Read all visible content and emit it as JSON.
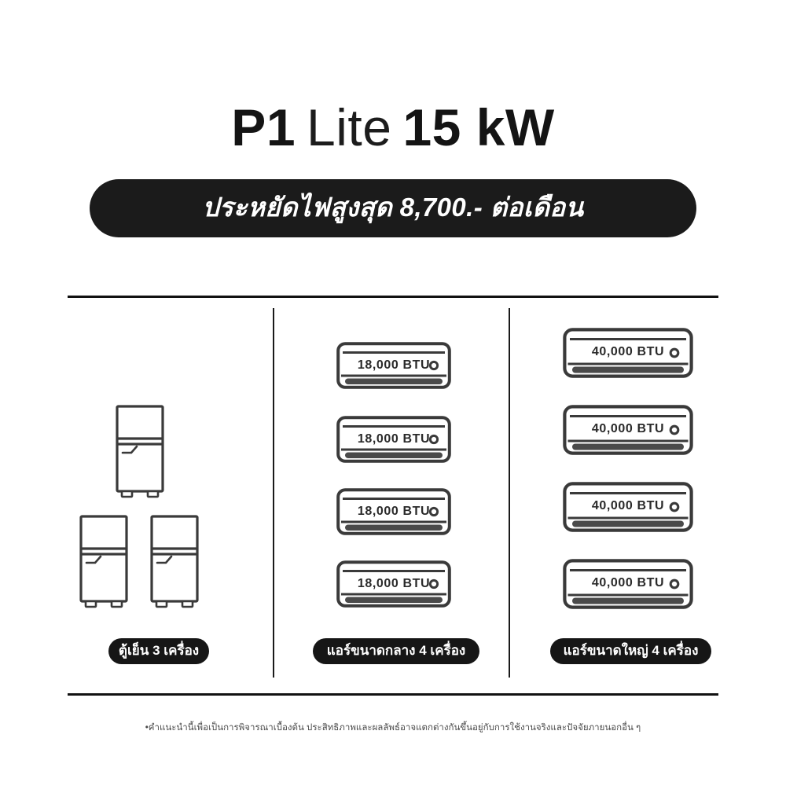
{
  "product": {
    "name_strong_1": "P1",
    "name_light": "Lite",
    "name_strong_2": "15 kW"
  },
  "headline": {
    "text": "ประหยัดไฟสูงสุด 8,700.- ต่อเดือน",
    "savings_amount": "8,700.-",
    "period": "ต่อเดือน"
  },
  "columns": [
    {
      "id": "refrigerators",
      "label": "ตู้เย็น 3 เครื่อง",
      "appliance": "refrigerator",
      "count": 3,
      "items": [
        {
          "position": "top"
        },
        {
          "position": "bottom-left"
        },
        {
          "position": "bottom-right"
        }
      ]
    },
    {
      "id": "medium-air-conditioners",
      "label": "แอร์ขนาดกลาง 4 เครื่อง",
      "appliance": "air-conditioner",
      "count": 4,
      "items": [
        {
          "capacity": "18,000 BTU"
        },
        {
          "capacity": "18,000 BTU"
        },
        {
          "capacity": "18,000 BTU"
        },
        {
          "capacity": "18,000 BTU"
        }
      ]
    },
    {
      "id": "large-air-conditioners",
      "label": "แอร์ขนาดใหญ่ 4 เครื่อง",
      "appliance": "air-conditioner",
      "count": 4,
      "items": [
        {
          "capacity": "40,000 BTU"
        },
        {
          "capacity": "40,000 BTU"
        },
        {
          "capacity": "40,000 BTU"
        },
        {
          "capacity": "40,000 BTU"
        }
      ]
    }
  ],
  "footnote": "•คำแนะนำนี้เพื่อเป็นการพิจารณาเบื้องต้น ประสิทธิภาพและผลลัพธ์อาจแตกต่างกันขึ้นอยู่กับการใช้งานจริงและปัจจัยภายนอกอื่น ๆ",
  "colors": {
    "background": "#ffffff",
    "ink": "#141414",
    "pill_fill": "#1b1b1b",
    "pill_text": "#ffffff",
    "outline": "#3a3a3a",
    "rule": "#111111",
    "footnote_text": "#4a4a4a"
  }
}
